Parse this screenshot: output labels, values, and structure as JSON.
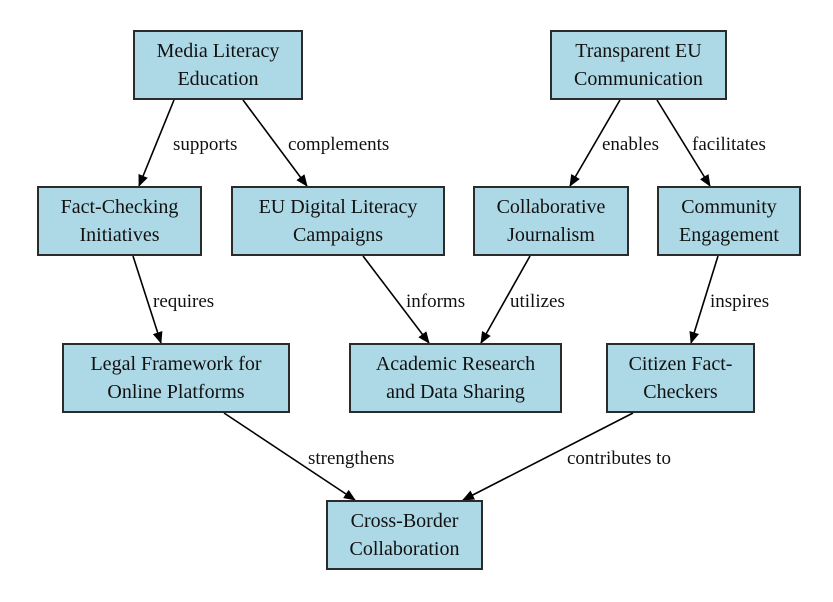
{
  "colors": {
    "node_fill": "#add8e6",
    "node_border": "#2b2b2b",
    "edge": "#000000"
  },
  "nodes": {
    "media_literacy": "Media Literacy\nEducation",
    "transparent_eu": "Transparent EU\nCommunication",
    "fact_checking": "Fact-Checking\nInitiatives",
    "eu_digital": "EU Digital Literacy\nCampaigns",
    "collab_journalism": "Collaborative\nJournalism",
    "community": "Community\nEngagement",
    "legal_framework": "Legal Framework for\nOnline Platforms",
    "academic": "Academic Research\nand Data Sharing",
    "citizen": "Citizen Fact-\nCheckers",
    "cross_border": "Cross-Border\nCollaboration"
  },
  "edges": [
    {
      "from": "media_literacy",
      "to": "fact_checking",
      "label": "supports"
    },
    {
      "from": "media_literacy",
      "to": "eu_digital",
      "label": "complements"
    },
    {
      "from": "transparent_eu",
      "to": "collab_journalism",
      "label": "enables"
    },
    {
      "from": "transparent_eu",
      "to": "community",
      "label": "facilitates"
    },
    {
      "from": "fact_checking",
      "to": "legal_framework",
      "label": "requires"
    },
    {
      "from": "eu_digital",
      "to": "academic",
      "label": "informs"
    },
    {
      "from": "collab_journalism",
      "to": "academic",
      "label": "utilizes"
    },
    {
      "from": "community",
      "to": "citizen",
      "label": "inspires"
    },
    {
      "from": "legal_framework",
      "to": "cross_border",
      "label": "strengthens"
    },
    {
      "from": "citizen",
      "to": "cross_border",
      "label": "contributes to"
    }
  ]
}
